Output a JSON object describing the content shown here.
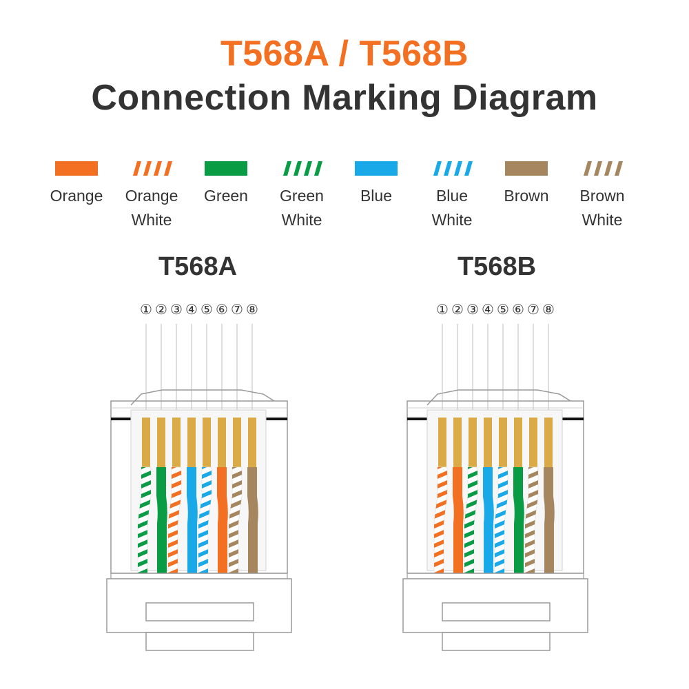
{
  "title": {
    "line1": "T568A / T568B",
    "line2": "Connection Marking Diagram"
  },
  "colors": {
    "orange": "#f36f21",
    "green": "#0a9b45",
    "blue": "#1aa9e8",
    "brown": "#a6865e",
    "gold": "#d9aa45",
    "title_accent": "#f36f21",
    "text": "#333333"
  },
  "legend": [
    {
      "label": "Orange",
      "color": "orange",
      "striped": false
    },
    {
      "label": "Orange\nWhite",
      "color": "orange",
      "striped": true
    },
    {
      "label": "Green",
      "color": "green",
      "striped": false
    },
    {
      "label": "Green\nWhite",
      "color": "green",
      "striped": true
    },
    {
      "label": "Blue",
      "color": "blue",
      "striped": false
    },
    {
      "label": "Blue\nWhite",
      "color": "blue",
      "striped": true
    },
    {
      "label": "Brown",
      "color": "brown",
      "striped": false
    },
    {
      "label": "Brown\nWhite",
      "color": "brown",
      "striped": true
    }
  ],
  "connectors": [
    {
      "name": "T568A",
      "pins": [
        "①",
        "②",
        "③",
        "④",
        "⑤",
        "⑥",
        "⑦",
        "⑧"
      ],
      "wires": [
        {
          "color": "green",
          "striped": true
        },
        {
          "color": "green",
          "striped": false
        },
        {
          "color": "orange",
          "striped": true
        },
        {
          "color": "blue",
          "striped": false
        },
        {
          "color": "blue",
          "striped": true
        },
        {
          "color": "orange",
          "striped": false
        },
        {
          "color": "brown",
          "striped": true
        },
        {
          "color": "brown",
          "striped": false
        }
      ]
    },
    {
      "name": "T568B",
      "pins": [
        "①",
        "②",
        "③",
        "④",
        "⑤",
        "⑥",
        "⑦",
        "⑧"
      ],
      "wires": [
        {
          "color": "orange",
          "striped": true
        },
        {
          "color": "orange",
          "striped": false
        },
        {
          "color": "green",
          "striped": true
        },
        {
          "color": "blue",
          "striped": false
        },
        {
          "color": "blue",
          "striped": true
        },
        {
          "color": "green",
          "striped": false
        },
        {
          "color": "brown",
          "striped": true
        },
        {
          "color": "brown",
          "striped": false
        }
      ]
    }
  ]
}
